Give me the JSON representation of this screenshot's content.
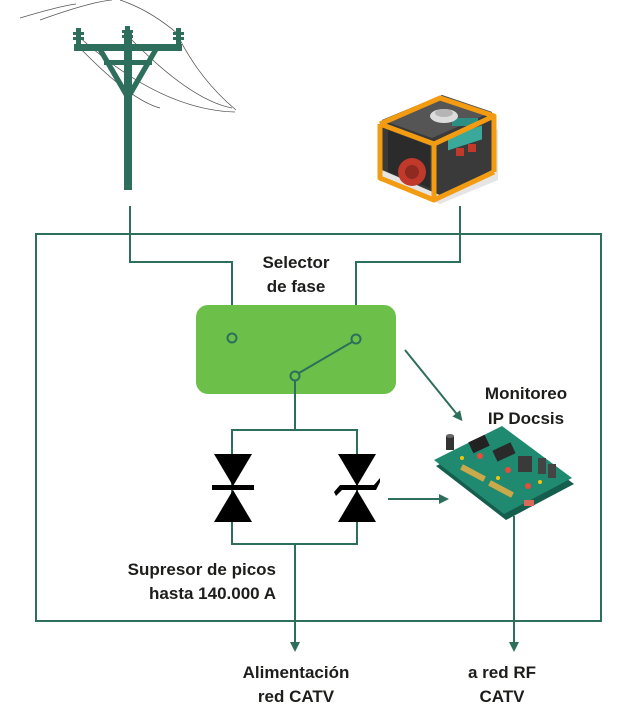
{
  "labels": {
    "selector_line1": "Selector",
    "selector_line2": "de fase",
    "monitor_line1": "Monitoreo",
    "monitor_line2": "IP Docsis",
    "suppressor_line1": "Supresor de picos",
    "suppressor_line2": "hasta 140.000 A",
    "power_out_line1": "Alimentación",
    "power_out_line2": "red CATV",
    "rf_out_line1": "a red RF",
    "rf_out_line2": "CATV"
  },
  "colors": {
    "line": "#2e6e5c",
    "selector_fill": "#6cc04a",
    "pole": "#2e6e5c",
    "generator_frame": "#f39c12",
    "generator_body": "#3a3a3a",
    "generator_red": "#c0392b",
    "board": "#1f8a70",
    "diode": "#000000"
  },
  "icons": {
    "utility_pole": "utility-pole-icon",
    "generator": "generator-icon",
    "circuit_board": "circuit-board-icon"
  }
}
